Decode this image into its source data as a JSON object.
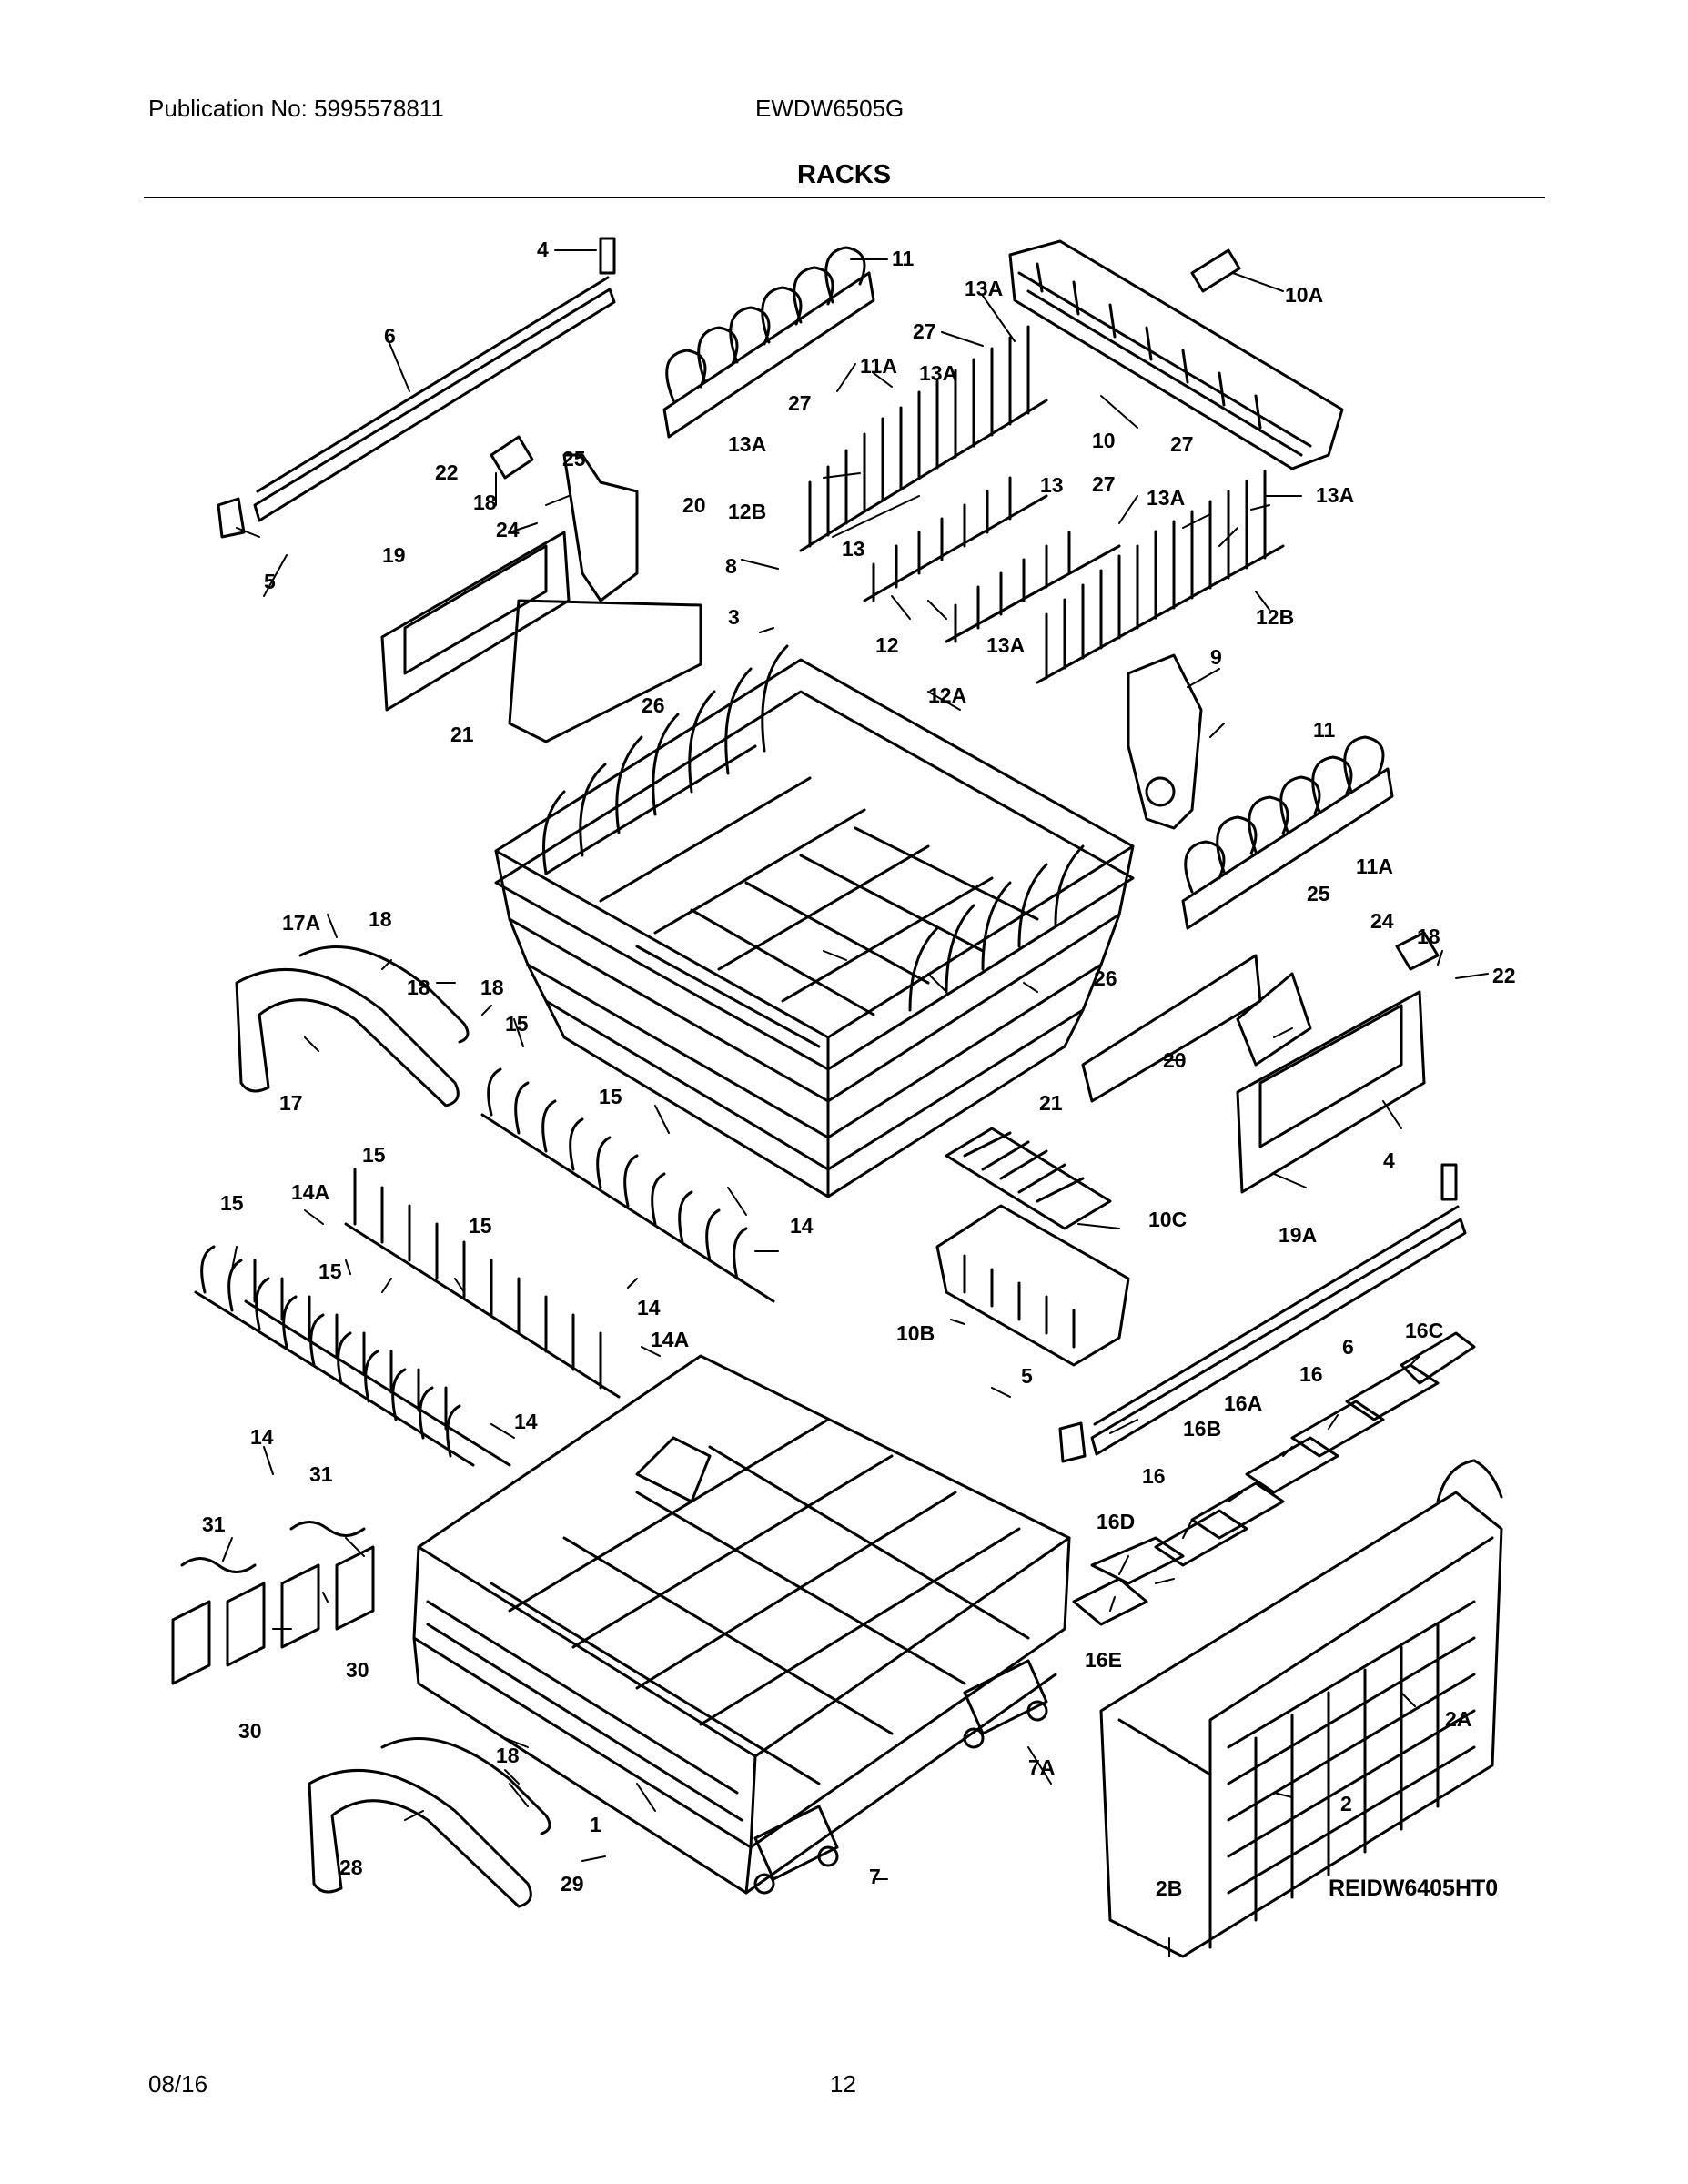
{
  "header": {
    "publication": "Publication No: 5995578811",
    "model": "EWDW6505G",
    "section_title": "RACKS"
  },
  "diagram": {
    "drawing_code": "REIDW6405HT0",
    "callouts": [
      "4",
      "11",
      "13A",
      "10A",
      "6",
      "27",
      "11A",
      "13A",
      "27",
      "10",
      "13A",
      "22",
      "25",
      "20",
      "12B",
      "13",
      "27",
      "27",
      "13A",
      "13A",
      "18",
      "24",
      "5",
      "19",
      "13",
      "8",
      "12",
      "13A",
      "12B",
      "3",
      "26",
      "12A",
      "9",
      "21",
      "11",
      "11A",
      "17A",
      "18",
      "25",
      "24",
      "18",
      "18",
      "18",
      "22",
      "26",
      "15",
      "20",
      "15",
      "21",
      "17",
      "15",
      "14A",
      "10C",
      "19A",
      "4",
      "15",
      "14",
      "15",
      "15",
      "14",
      "10B",
      "14A",
      "6",
      "16C",
      "5",
      "16",
      "16A",
      "14",
      "14",
      "16B",
      "16",
      "31",
      "16D",
      "31",
      "2A",
      "30",
      "16E",
      "30",
      "18",
      "7A",
      "2",
      "28",
      "29",
      "1",
      "7",
      "2B"
    ]
  },
  "footer": {
    "date": "08/16",
    "page": "12"
  }
}
